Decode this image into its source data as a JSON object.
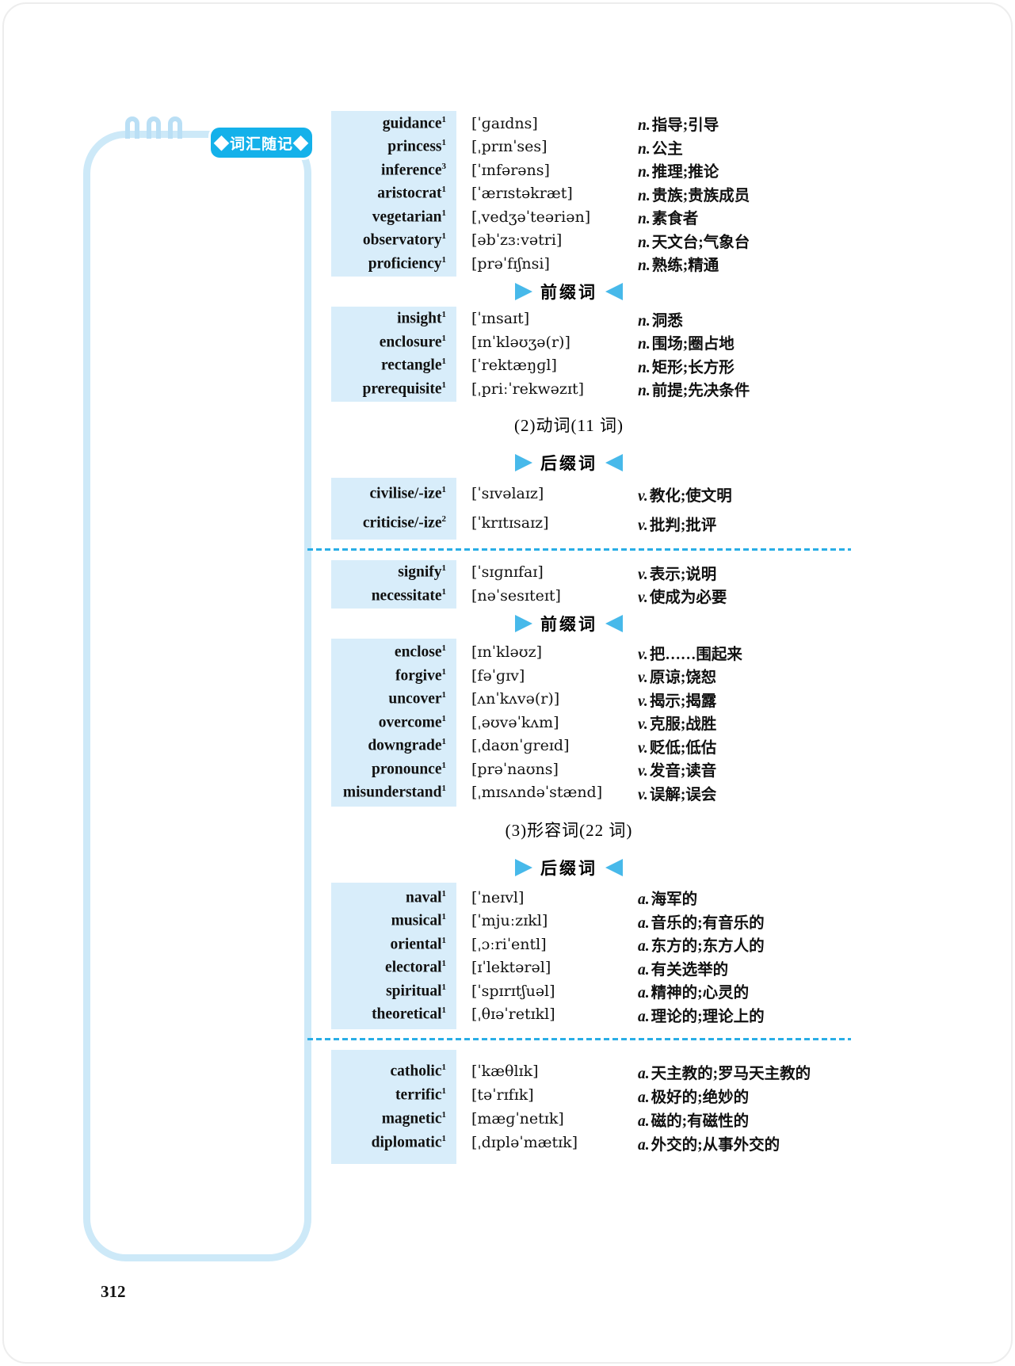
{
  "page": {
    "badge_label": "◆词汇随记◆",
    "page_number": "312"
  },
  "colors": {
    "badge_blue": "#14b1ea",
    "word_column_bg": "#d8edfa",
    "panel_border": "#cde9f8",
    "triangle_blue": "#47b9ea",
    "dashed_line_blue": "#29aee6"
  },
  "sections": [
    {
      "type": "group",
      "variant": "default",
      "rows": [
        {
          "word": "guidance",
          "sup": "1",
          "phonetic": "[ˈɡaɪdns]",
          "pos": "n.",
          "meaning": "指导;引导"
        },
        {
          "word": "princess",
          "sup": "1",
          "phonetic": "[ˌprɪnˈses]",
          "pos": "n.",
          "meaning": "公主"
        },
        {
          "word": "inference",
          "sup": "3",
          "phonetic": "[ˈɪnfərəns]",
          "pos": "n.",
          "meaning": "推理;推论"
        },
        {
          "word": "aristocrat",
          "sup": "1",
          "phonetic": "[ˈærɪstəkræt]",
          "pos": "n.",
          "meaning": "贵族;贵族成员"
        },
        {
          "word": "vegetarian",
          "sup": "1",
          "phonetic": "[ˌvedʒəˈteəriən]",
          "pos": "n.",
          "meaning": "素食者"
        },
        {
          "word": "observatory",
          "sup": "1",
          "phonetic": "[əbˈzɜːvətri]",
          "pos": "n.",
          "meaning": "天文台;气象台"
        },
        {
          "word": "proficiency",
          "sup": "1",
          "phonetic": "[prəˈfɪʃnsi]",
          "pos": "n.",
          "meaning": "熟练;精通"
        }
      ]
    },
    {
      "type": "affix_header",
      "label": "前缀词"
    },
    {
      "type": "group",
      "variant": "default",
      "rows": [
        {
          "word": "insight",
          "sup": "1",
          "phonetic": "[ˈɪnsaɪt]",
          "pos": "n.",
          "meaning": "洞悉"
        },
        {
          "word": "enclosure",
          "sup": "1",
          "phonetic": "[ɪnˈkləʊʒə(r)]",
          "pos": "n.",
          "meaning": "围场;圈占地"
        },
        {
          "word": "rectangle",
          "sup": "1",
          "phonetic": "[ˈrektæŋɡl]",
          "pos": "n.",
          "meaning": "矩形;长方形"
        },
        {
          "word": "prerequisite",
          "sup": "1",
          "phonetic": "[ˌpriːˈrekwəzɪt]",
          "pos": "n.",
          "meaning": "前提;先决条件"
        }
      ]
    },
    {
      "type": "title",
      "label": "(2)动词(11 词)"
    },
    {
      "type": "affix_header",
      "label": "后缀词"
    },
    {
      "type": "group",
      "variant": "tall",
      "rows": [
        {
          "word": "civilise/-ize",
          "sup": "1",
          "phonetic": "[ˈsɪvəlaɪz]",
          "pos": "v.",
          "meaning": "教化;使文明"
        },
        {
          "word": "criticise/-ize",
          "sup": "2",
          "phonetic": "[ˈkrɪtɪsaɪz]",
          "pos": "v.",
          "meaning": "批判;批评"
        }
      ]
    },
    {
      "type": "divider"
    },
    {
      "type": "group",
      "variant": "default",
      "rows": [
        {
          "word": "signify",
          "sup": "1",
          "phonetic": "[ˈsɪɡnɪfaɪ]",
          "pos": "v.",
          "meaning": "表示;说明"
        },
        {
          "word": "necessitate",
          "sup": "1",
          "phonetic": "[nəˈsesɪteɪt]",
          "pos": "v.",
          "meaning": "使成为必要"
        }
      ]
    },
    {
      "type": "affix_header",
      "label": "前缀词"
    },
    {
      "type": "group",
      "variant": "pad3",
      "rows": [
        {
          "word": "enclose",
          "sup": "1",
          "phonetic": "[ɪnˈkləʊz]",
          "pos": "v.",
          "meaning": "把……围起来"
        },
        {
          "word": "forgive",
          "sup": "1",
          "phonetic": "[fəˈɡɪv]",
          "pos": "v.",
          "meaning": "原谅;饶恕"
        },
        {
          "word": "uncover",
          "sup": "1",
          "phonetic": "[ʌnˈkʌvə(r)]",
          "pos": "v.",
          "meaning": "揭示;揭露"
        },
        {
          "word": "overcome",
          "sup": "1",
          "phonetic": "[ˌəʊvəˈkʌm]",
          "pos": "v.",
          "meaning": "克服;战胜"
        },
        {
          "word": "downgrade",
          "sup": "1",
          "phonetic": "[ˌdaʊnˈɡreɪd]",
          "pos": "v.",
          "meaning": "贬低;低估"
        },
        {
          "word": "pronounce",
          "sup": "1",
          "phonetic": "[prəˈnaʊns]",
          "pos": "v.",
          "meaning": "发音;读音"
        },
        {
          "word": "misunderstand",
          "sup": "1",
          "phonetic": "[ˌmɪsʌndəˈstænd]",
          "pos": "v.",
          "meaning": "误解;误会"
        }
      ]
    },
    {
      "type": "title",
      "label": "(3)形容词(22 词)"
    },
    {
      "type": "affix_header",
      "label": "后缀词"
    },
    {
      "type": "group",
      "variant": "pad4",
      "rows": [
        {
          "word": "naval",
          "sup": "1",
          "phonetic": "[ˈneɪvl]",
          "pos": "a.",
          "meaning": "海军的"
        },
        {
          "word": "musical",
          "sup": "1",
          "phonetic": "[ˈmjuːzɪkl]",
          "pos": "a.",
          "meaning": "音乐的;有音乐的"
        },
        {
          "word": "oriental",
          "sup": "1",
          "phonetic": "[ˌɔːriˈentl]",
          "pos": "a.",
          "meaning": "东方的;东方人的"
        },
        {
          "word": "electoral",
          "sup": "1",
          "phonetic": "[ɪˈlektərəl]",
          "pos": "a.",
          "meaning": "有关选举的"
        },
        {
          "word": "spiritual",
          "sup": "1",
          "phonetic": "[ˈspɪrɪtʃuəl]",
          "pos": "a.",
          "meaning": "精神的;心灵的"
        },
        {
          "word": "theoretical",
          "sup": "1",
          "phonetic": "[ˌθɪəˈretɪkl]",
          "pos": "a.",
          "meaning": "理论的;理论上的"
        }
      ]
    },
    {
      "type": "divider"
    },
    {
      "type": "group",
      "variant": "pad12",
      "rows": [
        {
          "word": "catholic",
          "sup": "1",
          "phonetic": "[ˈkæθlɪk]",
          "pos": "a.",
          "meaning": "天主教的;罗马天主教的"
        },
        {
          "word": "terrific",
          "sup": "1",
          "phonetic": "[təˈrɪfɪk]",
          "pos": "a.",
          "meaning": "极好的;绝妙的"
        },
        {
          "word": "magnetic",
          "sup": "1",
          "phonetic": "[mæɡˈnetɪk]",
          "pos": "a.",
          "meaning": "磁的;有磁性的"
        },
        {
          "word": "diplomatic",
          "sup": "1",
          "phonetic": "[ˌdɪpləˈmætɪk]",
          "pos": "a.",
          "meaning": "外交的;从事外交的"
        }
      ]
    }
  ]
}
